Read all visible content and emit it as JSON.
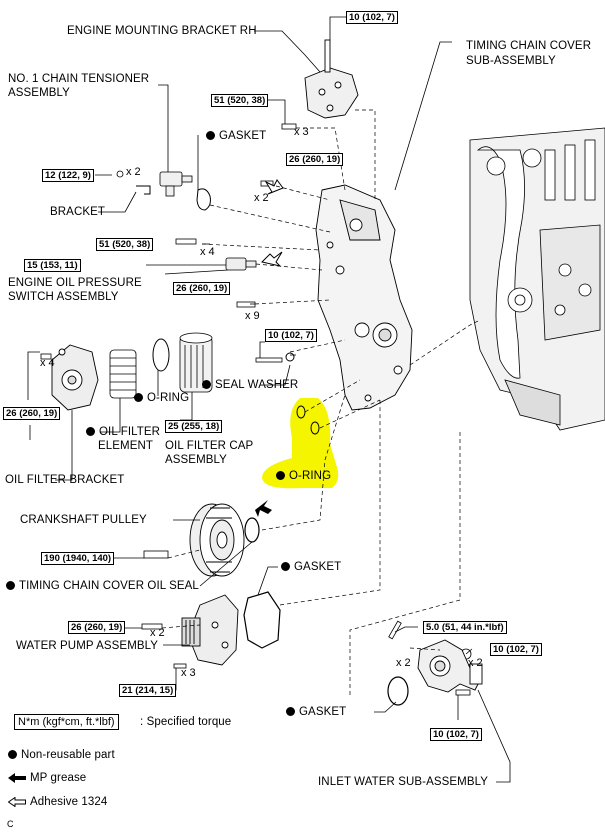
{
  "labels": {
    "engine_mounting_bracket": "ENGINE MOUNTING BRACKET RH",
    "timing_chain_cover_1": "TIMING CHAIN COVER",
    "timing_chain_cover_2": "SUB-ASSEMBLY",
    "chain_tensioner_1": "NO. 1 CHAIN TENSIONER",
    "chain_tensioner_2": "ASSEMBLY",
    "gasket_top": "GASKET",
    "bracket": "BRACKET",
    "oil_pressure_switch_1": "ENGINE OIL PRESSURE",
    "oil_pressure_switch_2": "SWITCH ASSEMBLY",
    "o_ring_left": "O-RING",
    "seal_washer": "SEAL WASHER",
    "oil_filter_element_1": "OIL FILTER",
    "oil_filter_element_2": "ELEMENT",
    "oil_filter_cap_1": "OIL FILTER CAP",
    "oil_filter_cap_2": "ASSEMBLY",
    "o_ring_highlight": "O-RING",
    "oil_filter_bracket": "OIL FILTER BRACKET",
    "crankshaft_pulley": "CRANKSHAFT PULLEY",
    "timing_chain_oil_seal": "TIMING CHAIN COVER OIL SEAL",
    "gasket_pump": "GASKET",
    "water_pump": "WATER PUMP ASSEMBLY",
    "gasket_inlet": "GASKET",
    "inlet_water": "INLET WATER SUB-ASSEMBLY",
    "corner_mark": "C"
  },
  "torques": {
    "t1": "10 (102, 7)",
    "t2": "51 (520, 38)",
    "t3": "12 (122, 9)",
    "t4": "26 (260, 19)",
    "t5": "51 (520, 38)",
    "t6": "15 (153, 11)",
    "t7": "26 (260, 19)",
    "t8": "10 (102, 7)",
    "t9": "26 (260, 19)",
    "t10": "25 (255, 18)",
    "t11": "190 (1940, 140)",
    "t12": "26 (260, 19)",
    "t13": "21 (214, 15)",
    "t14": "5.0 (51, 44 in.*lbf)",
    "t15": "10 (102, 7)",
    "t16": "10 (102, 7)"
  },
  "quantities": {
    "q1": "x 3",
    "q2": "x 2",
    "q3": "x 2",
    "q4": "x 4",
    "q5": "x 9",
    "q6": "x 4",
    "q7": "x 2",
    "q8": "x 3",
    "q9": "x 2",
    "q10": "x 2"
  },
  "legend": {
    "torque_unit": "N*m (kgf*cm, ft.*lbf)",
    "torque_desc": ": Specified torque",
    "non_reusable": "Non-reusable part",
    "mp_grease": "MP grease",
    "adhesive": "Adhesive 1324"
  },
  "colors": {
    "highlight": "#f5f500",
    "line": "#000000"
  }
}
